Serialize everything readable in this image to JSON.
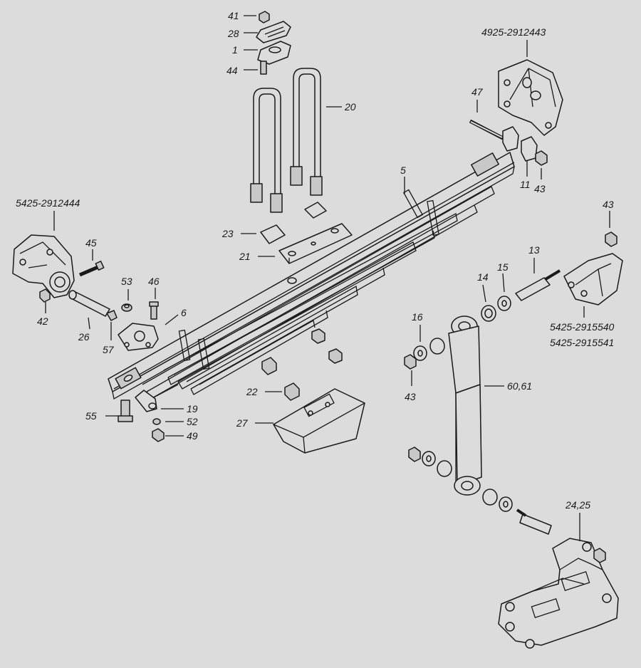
{
  "diagram": {
    "background": "#dcdcdc",
    "line_color": "#1a1a1a",
    "callouts": {
      "c41": "41",
      "c28": "28",
      "c1": "1",
      "c44": "44",
      "c20": "20",
      "c4925": "4925-2912443",
      "c47": "47",
      "c5": "5",
      "c11": "11",
      "c43a": "43",
      "c5425a": "5425-2912444",
      "c45": "45",
      "c23": "23",
      "c21": "21",
      "c43b": "43",
      "c13": "13",
      "c14": "14",
      "c15": "15",
      "c53": "53",
      "c46": "46",
      "c6": "6",
      "c42": "42",
      "c26": "26",
      "c57": "57",
      "c16": "16",
      "c5425b": "5425-2915540",
      "c5425c": "5425-2915541",
      "c6061": "60,61",
      "c43c": "43",
      "c22": "22",
      "c27": "27",
      "c19": "19",
      "c55": "55",
      "c52": "52",
      "c49": "49",
      "c2425": "24,25"
    }
  }
}
